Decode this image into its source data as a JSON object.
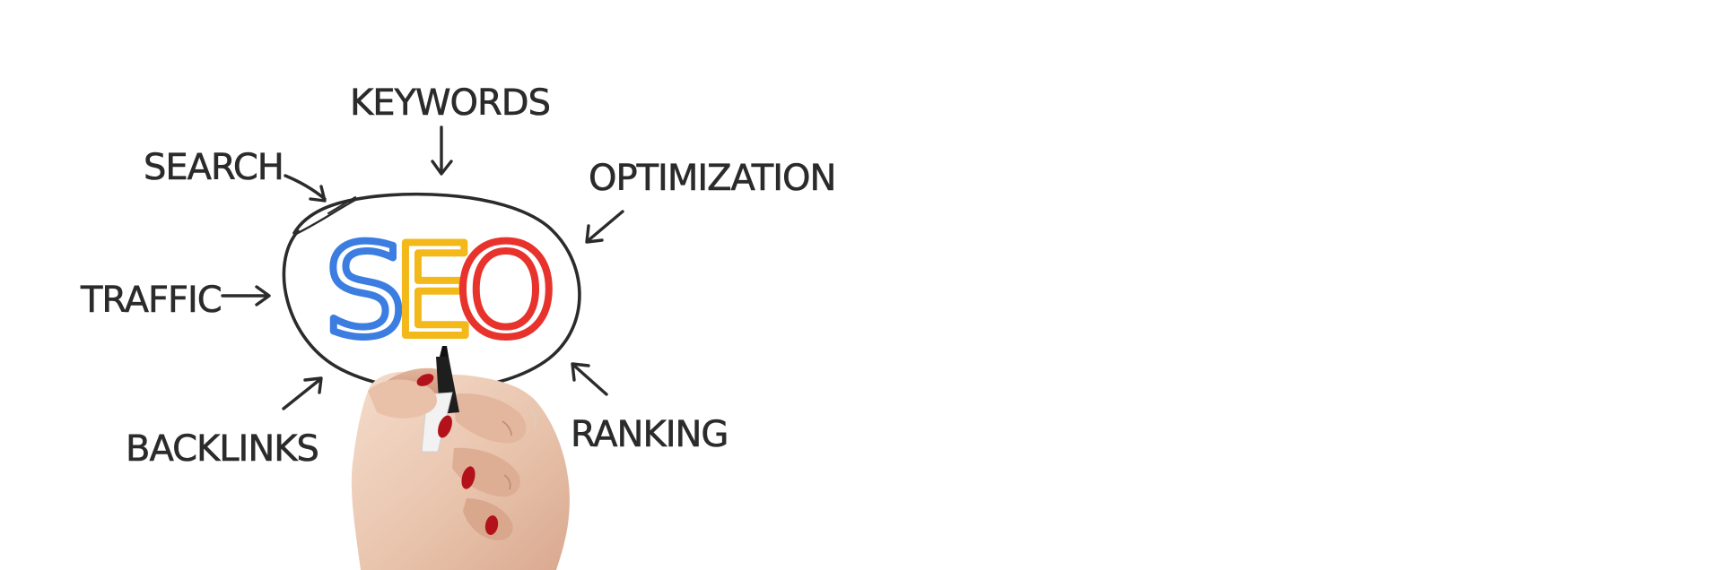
{
  "scene": {
    "center_word": {
      "letters": [
        "S",
        "E",
        "O"
      ],
      "colors": [
        "#3b7de0",
        "#f3b81a",
        "#e8322c"
      ]
    },
    "labels": {
      "keywords": "KEYWORDS",
      "search": "SEARCH",
      "optimization": "OPTIMIZATION",
      "traffic": "TRAFFIC",
      "backlinks": "BACKLINKS",
      "ranking": "RANKING"
    },
    "ink_color": "#2b2b2b",
    "nail_color": "#b3121b"
  }
}
